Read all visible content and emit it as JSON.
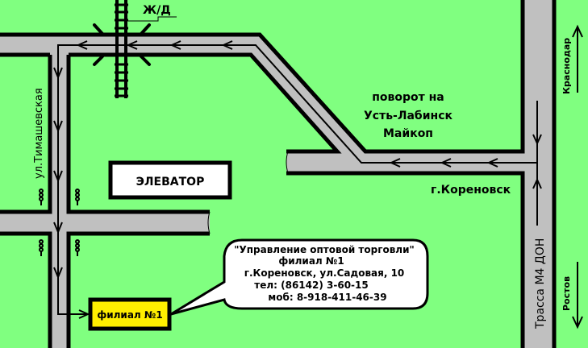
{
  "colors": {
    "background": "#80ff80",
    "road": "#c0c0c0",
    "branch_box": "#ffee00",
    "callout": "#ffffff"
  },
  "labels": {
    "railway": "Ж/Д",
    "street_timashevskaya": "ул.Тимашевская",
    "elevator": "ЭЛЕВАТОР",
    "turn_line1": "поворот на",
    "turn_line2": "Усть-Лабинск",
    "turn_line3": "Майкоп",
    "town": "г.Кореновск",
    "highway": "Трасса М4 ДОН",
    "krasnodar": "Краснодар",
    "rostov": "Ростов",
    "branch": "филиал №1"
  },
  "callout": {
    "line1": "\"Управление оптовой торговли\"",
    "line2": "филиал №1",
    "line3": "г.Кореновск, ул.Садовая, 10",
    "line4": "тел: (86142) 3-60-15",
    "line5": "моб: 8-918-411-46-39"
  }
}
